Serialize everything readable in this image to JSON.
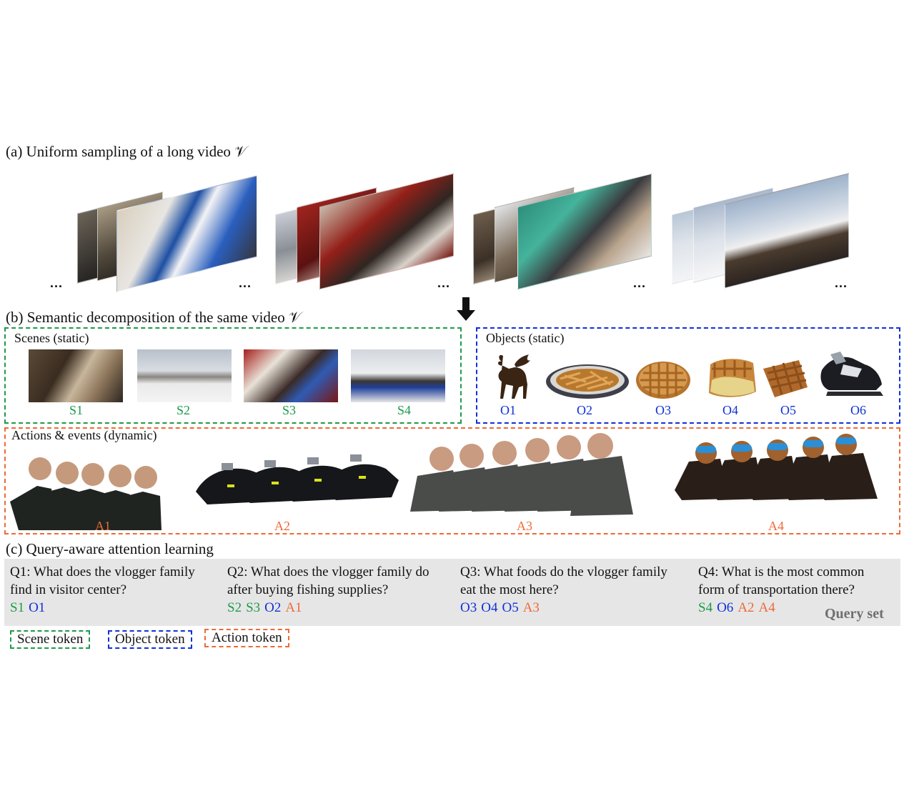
{
  "section_a": {
    "title": "(a) Uniform sampling of a long video 𝒱"
  },
  "section_b": {
    "title": "(b) Semantic decomposition of the same video 𝒱"
  },
  "section_c": {
    "title": "(c) Query-aware attention learning"
  },
  "ellipsis": "...",
  "scenes": {
    "title": "Scenes (static)",
    "labels": [
      "S1",
      "S2",
      "S3",
      "S4"
    ]
  },
  "objects": {
    "title": "Objects (static)",
    "labels": [
      "O1",
      "O2",
      "O3",
      "O4",
      "O5",
      "O6"
    ]
  },
  "actions": {
    "title": "Actions & events (dynamic)",
    "labels": [
      "A1",
      "A2",
      "A3",
      "A4"
    ]
  },
  "queries": [
    {
      "line1": "Q1: What does the vlogger family",
      "line2": "find in visitor center?",
      "tokens": [
        {
          "t": "S1",
          "c": "green"
        },
        {
          "t": "O1",
          "c": "blue"
        }
      ]
    },
    {
      "line1": "Q2: What does the vlogger family do",
      "line2": "after buying fishing supplies?",
      "tokens": [
        {
          "t": "S2",
          "c": "green"
        },
        {
          "t": "S3",
          "c": "green"
        },
        {
          "t": "O2",
          "c": "blue"
        },
        {
          "t": "A1",
          "c": "orange"
        }
      ]
    },
    {
      "line1": "Q3: What foods do the vlogger family",
      "line2": "eat the most here?",
      "tokens": [
        {
          "t": "O3",
          "c": "blue"
        },
        {
          "t": "O4",
          "c": "blue"
        },
        {
          "t": "O5",
          "c": "blue"
        },
        {
          "t": "A3",
          "c": "orange"
        }
      ]
    },
    {
      "line1": "Q4: What is the most common",
      "line2": "form of transportation there?",
      "tokens": [
        {
          "t": "S4",
          "c": "green"
        },
        {
          "t": "O6",
          "c": "blue"
        },
        {
          "t": "A2",
          "c": "orange"
        },
        {
          "t": "A4",
          "c": "orange"
        }
      ]
    }
  ],
  "query_set_label": "Query set",
  "legend": {
    "scene": "Scene token",
    "object": "Object token",
    "action": "Action token"
  },
  "colors": {
    "scene": "#1e9a4b",
    "object": "#1030d8",
    "action": "#ee6a35",
    "query_bg": "#e6e6e6"
  },
  "icons": [
    "down-arrow-icon",
    "moose-icon",
    "fries-icon",
    "waffle-icon",
    "snowmobile-icon"
  ]
}
